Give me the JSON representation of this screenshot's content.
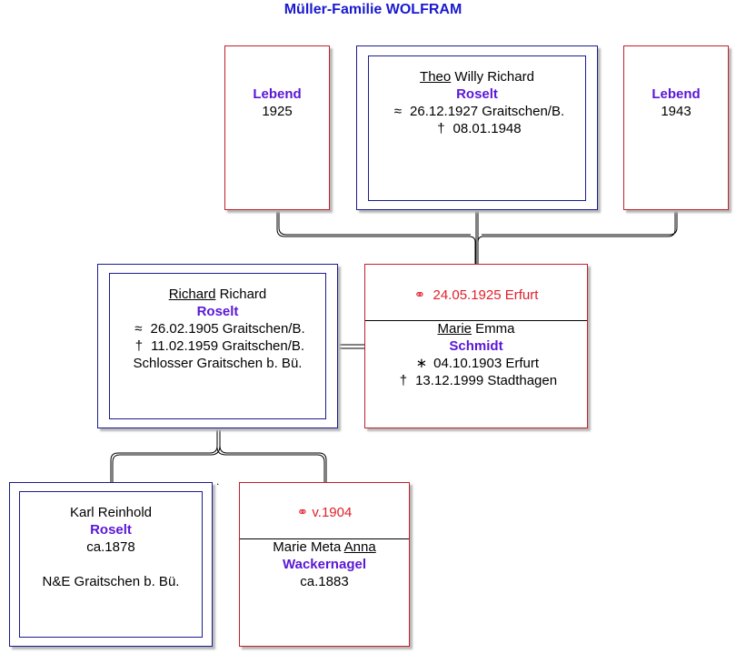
{
  "title": "Müller-Familie WOLFRAM",
  "colors": {
    "title": "#1a1ad0",
    "surname": "#5a17d6",
    "marriage": "#e0202a",
    "male_border": "#1b1b8f",
    "female_border": "#c0202a"
  },
  "top_left": {
    "name": "Lebend",
    "year": "1925"
  },
  "top_right": {
    "name": "Lebend",
    "year": "1943"
  },
  "theo": {
    "first_underlined": "Theo",
    "first_rest": " Willy Richard",
    "surname": "Roselt",
    "birth_symbol": "≈",
    "birth": "26.12.1927 Graitschen/B.",
    "death_symbol": "†",
    "death": "08.01.1948"
  },
  "richard": {
    "first_underlined": "Richard",
    "first_rest": " Richard",
    "surname": "Roselt",
    "birth_symbol": "≈",
    "birth": "26.02.1905 Graitschen/B.",
    "death_symbol": "†",
    "death": "11.02.1959 Graitschen/B.",
    "occupation": "Schlosser Graitschen b. Bü."
  },
  "marie_emma": {
    "marriage_symbol": "⚭",
    "marriage": "24.05.1925 Erfurt",
    "first_underlined": "Marie",
    "first_rest": " Emma",
    "surname": "Schmidt",
    "birth_symbol": "∗",
    "birth": "04.10.1903 Erfurt",
    "death_symbol": "†",
    "death": "13.12.1999 Stadthagen"
  },
  "karl": {
    "first": "Karl Reinhold",
    "surname": "Roselt",
    "birth": "ca.1878",
    "note": "N&E Graitschen b. Bü."
  },
  "marie_meta": {
    "marriage_symbol": "⚭",
    "marriage": "v.1904",
    "first_plain": "Marie Meta ",
    "first_underlined": "Anna",
    "surname": "Wackernagel",
    "birth": "ca.1883"
  },
  "dot": "."
}
